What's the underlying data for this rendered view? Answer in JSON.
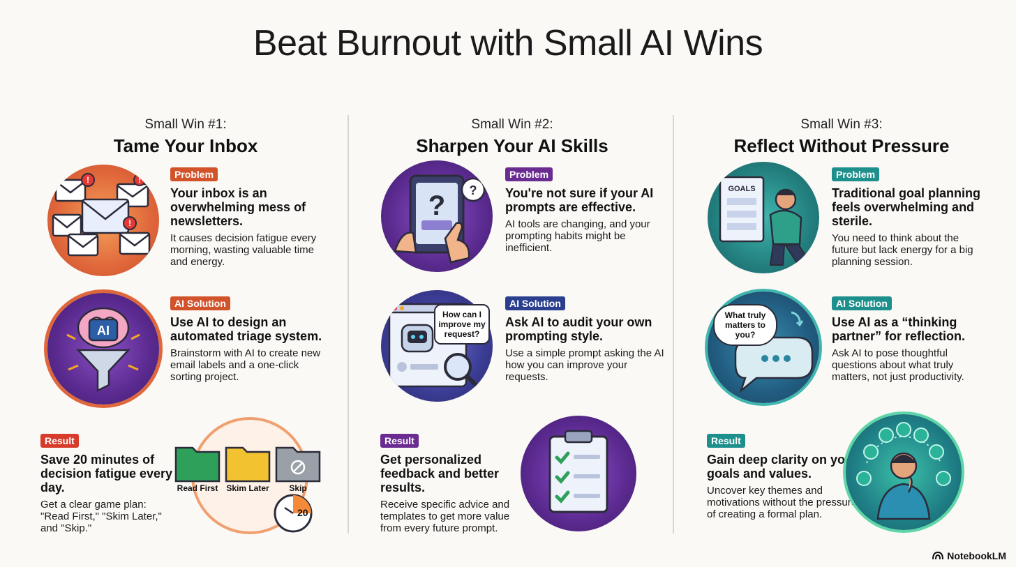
{
  "title": "Beat Burnout with Small AI Wins",
  "brand": "NotebookLM",
  "columns": [
    {
      "sub": "Small Win #1:",
      "title": "Tame Your Inbox",
      "problem": {
        "badge": "Problem",
        "heading": "Your inbox is an overwhelming mess of newsletters.",
        "desc": "It causes decision fatigue every morning, wasting valuable time and energy."
      },
      "solution": {
        "badge": "AI Solution",
        "heading": "Use AI to design an automated triage system.",
        "desc": "Brainstorm with AI to create new email labels and a one-click sorting project."
      },
      "result": {
        "badge": "Result",
        "heading": "Save 20 minutes of decision fatigue every day.",
        "desc": "Get a clear game plan: \"Read First,\" \"Skim Later,\" and \"Skip.\""
      },
      "icon_text": {
        "ai": "AI",
        "folder1": "Read First",
        "folder2": "Skim Later",
        "folder3": "Skip",
        "timer": "20"
      }
    },
    {
      "sub": "Small Win #2:",
      "title": "Sharpen Your AI Skills",
      "problem": {
        "badge": "Problem",
        "heading": "You're not sure if your AI prompts are effective.",
        "desc": "AI tools are changing, and your prompting habits might be inefficient."
      },
      "solution": {
        "badge": "AI Solution",
        "heading": "Ask AI to audit your own prompting style.",
        "desc": "Use a simple prompt asking the AI how you can improve your requests."
      },
      "result": {
        "badge": "Result",
        "heading": "Get personalized feedback and better results.",
        "desc": "Receive specific advice and templates to get more value from every future prompt."
      },
      "icon_text": {
        "bubble": "How can I improve my request?"
      }
    },
    {
      "sub": "Small Win #3:",
      "title": "Reflect Without Pressure",
      "problem": {
        "badge": "Problem",
        "heading": "Traditional goal planning feels overwhelming and sterile.",
        "desc": "You need to think about the future but lack energy for a big planning session."
      },
      "solution": {
        "badge": "AI Solution",
        "heading": "Use AI as a “thinking partner” for reflection.",
        "desc": "Ask AI to pose thoughtful questions about what truly matters, not just productivity."
      },
      "result": {
        "badge": "Result",
        "heading": "Gain deep clarity on your goals and values.",
        "desc": "Uncover key themes and motivations without the pressure of creating a formal plan."
      },
      "icon_text": {
        "notebook": "GOALS",
        "bubble": "What truly matters to you?"
      }
    }
  ],
  "colors": {
    "orange": "#d2522a",
    "red": "#d93b2b",
    "purple": "#6a2c91",
    "navy": "#2a3f8e",
    "teal": "#1d8f8c"
  }
}
